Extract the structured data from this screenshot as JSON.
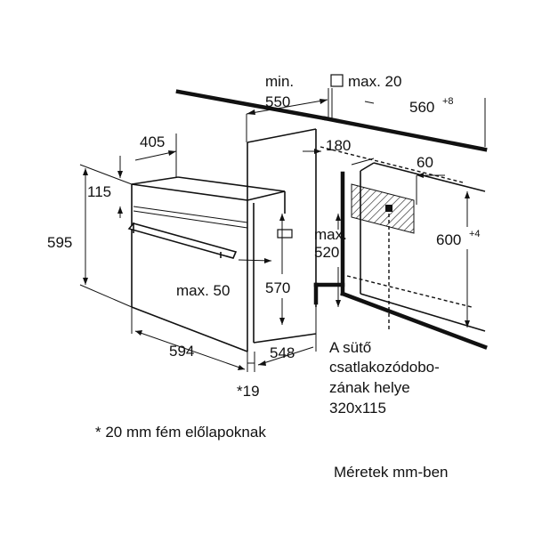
{
  "dimensions": {
    "min_label": "min.",
    "min_value": "550",
    "max20": "max. 20",
    "d560": "560",
    "d560_sup": "+8",
    "d405": "405",
    "d180": "180",
    "d60": "60",
    "d115": "115",
    "d595": "595",
    "max_label": "max.",
    "d520": "520",
    "d600": "600",
    "d600_sup": "+4",
    "max50": "max. 50",
    "d570": "570",
    "d594": "594",
    "d548": "548",
    "d19": "*19"
  },
  "notes": {
    "socket_line1": "A sütő",
    "socket_line2": "csatlakozódobo-",
    "socket_line3": "zának helye",
    "socket_line4": "320x115",
    "footnote": "* 20 mm fém előlapoknak",
    "units": "Méretek mm-ben"
  }
}
